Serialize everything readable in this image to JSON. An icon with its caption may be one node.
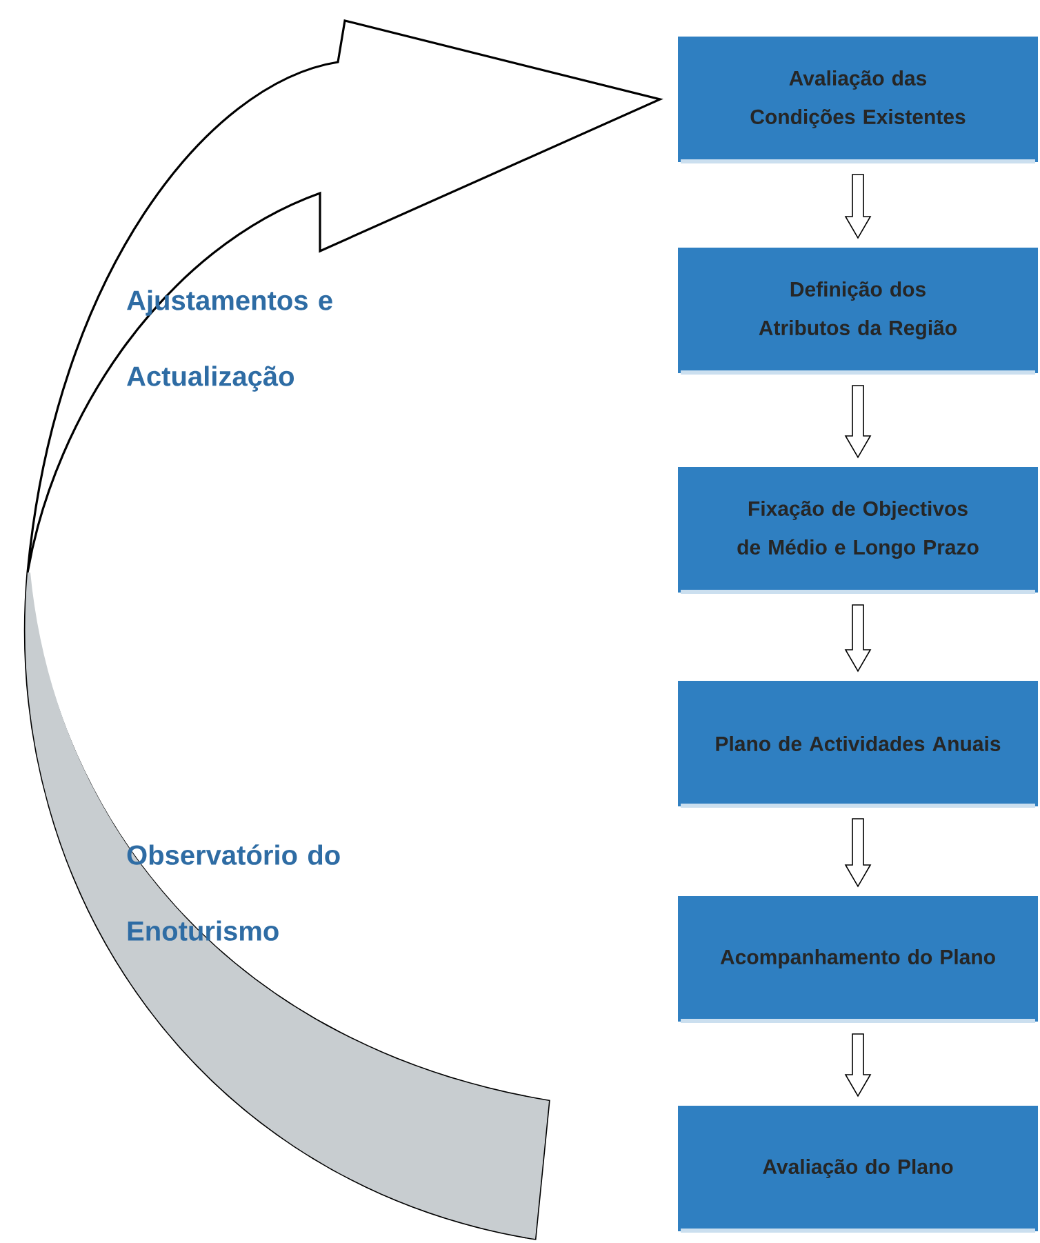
{
  "diagram": {
    "nodes": [
      {
        "text": [
          "Avaliação das Condições Existentes"
        ]
      },
      {
        "text": [
          "Definição dos Atributos da Região"
        ]
      },
      {
        "text": [
          "Fixação de Objectivos de Médio e Longo Prazo"
        ]
      },
      {
        "text": [
          "Plano de Actividades Anuais"
        ]
      },
      {
        "text": [
          "Acompanhamento do Plano"
        ]
      },
      {
        "text": [
          "Avaliação do Plano"
        ]
      }
    ],
    "edges": [
      {
        "from": 0,
        "to": 1,
        "arrow": "to"
      },
      {
        "from": 1,
        "to": 2,
        "arrow": "to"
      },
      {
        "from": 2,
        "to": 3,
        "arrow": "to"
      },
      {
        "from": 3,
        "to": 4,
        "arrow": "to"
      },
      {
        "from": 4,
        "to": 5,
        "arrow": "to"
      },
      {
        "from": null,
        "to": 0,
        "arrow": "to",
        "style": "thick"
      }
    ],
    "labels": [
      "Ajustamentos e Actualização",
      "Observatório do Enoturismo"
    ]
  }
}
